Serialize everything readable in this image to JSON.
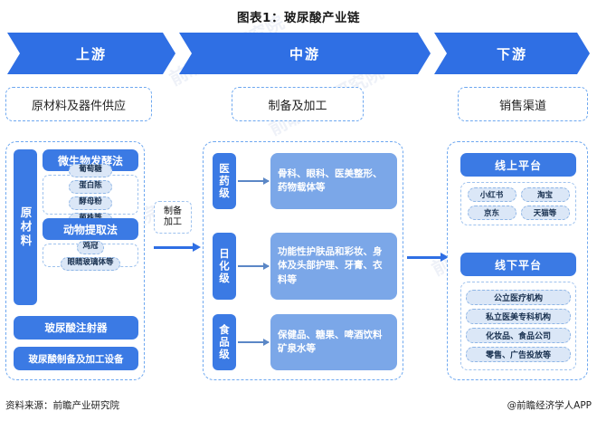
{
  "title": "图表1：玻尿酸产业链",
  "banners": [
    {
      "label": "上游"
    },
    {
      "label": "中游"
    },
    {
      "label": "下游"
    }
  ],
  "headers": {
    "upstream": "原材料及器件供应",
    "midstream": "制备及加工",
    "downstream": "销售渠道"
  },
  "upstream": {
    "vertical_label": "原材料",
    "methods": [
      {
        "name": "微生物发酵法",
        "items": [
          "葡萄糖",
          "蛋白陈",
          "酵母粉",
          "菌株等"
        ]
      },
      {
        "name": "动物提取法",
        "items": [
          "鸡冠",
          "眼睛玻璃体等"
        ]
      }
    ],
    "equipment": [
      "玻尿酸注射器",
      "玻尿酸制备及加工设备"
    ]
  },
  "connector": {
    "line1": "制备",
    "line2": "加工"
  },
  "midstream": {
    "grades": [
      {
        "label": "医药级",
        "content": "骨科、眼科、医美整形、药物载体等"
      },
      {
        "label": "日化级",
        "content": "功能性护肤品和彩妆、身体及头部护理、牙膏、衣料等"
      },
      {
        "label": "食品级",
        "content": "保健品、糖果、啤酒饮料矿泉水等"
      }
    ]
  },
  "downstream": {
    "channels": [
      {
        "name": "线上平台",
        "items": [
          "小红书",
          "淘宝",
          "京东",
          "天猫等"
        ]
      },
      {
        "name": "线下平台",
        "items": [
          "公立医疗机构",
          "私立医美专科机构",
          "化妆品、食品公司",
          "零售、广告投放等"
        ]
      }
    ]
  },
  "watermarks": [
    "前瞻产业研究院",
    "前瞻产业研究院",
    "前瞻产业研究院",
    "前瞻产业研究院"
  ],
  "footer": {
    "source": "资料来源：前瞻产业研究院",
    "credit": "@前瞻经济学人APP"
  },
  "colors": {
    "primary_blue": "#2f6fe4",
    "box_blue": "#3b7ae4",
    "content_blue": "#7ba7e8",
    "pill_blue": "#dbe7f7",
    "dashed_border": "#6ea8f0"
  }
}
